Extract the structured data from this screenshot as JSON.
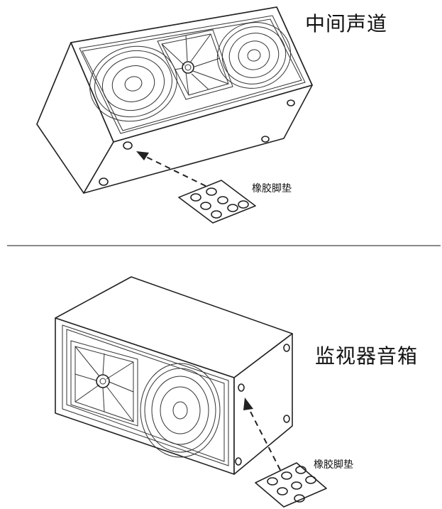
{
  "top": {
    "title": "中间声道",
    "pad_label": "橡胶脚垫"
  },
  "bottom": {
    "title": "监视器音箱",
    "pad_label": "橡胶脚垫"
  },
  "colors": {
    "line": "#222222",
    "divider": "#8a8a8a",
    "background": "#ffffff"
  }
}
